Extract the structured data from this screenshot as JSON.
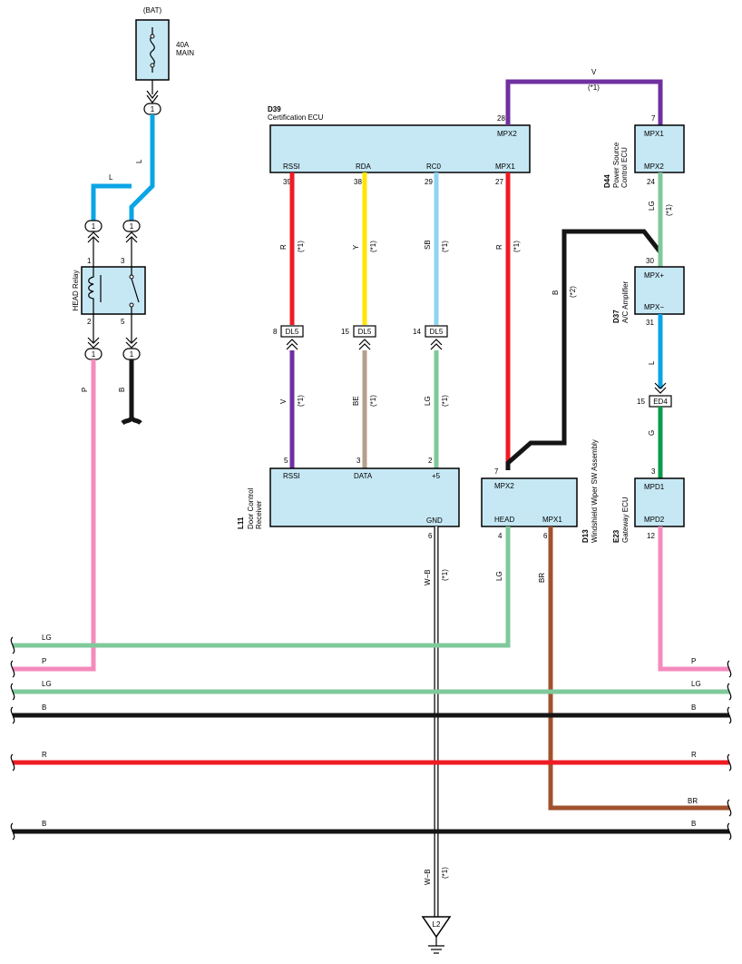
{
  "battery": {
    "label": "(BAT)",
    "fuse_amp": "40A",
    "fuse_name": "MAIN"
  },
  "colors": {
    "blue": "#0aa5e6",
    "pink": "#f48bbd",
    "green": "#7fc99b",
    "black": "#151515",
    "red": "#ee1c24",
    "brown": "#a0522d",
    "purple": "#7030a0",
    "yellow": "#ffe600",
    "sky": "#8dd4f2",
    "beige": "#b4a08c",
    "darkgreen": "#0a9a4a"
  },
  "head_relay": {
    "name": "HEAD Relay",
    "pins": {
      "p1": "1",
      "p2": "2",
      "p3": "3",
      "p5": "5"
    }
  },
  "connector_num": "1",
  "d39": {
    "code": "D39",
    "name": "Certification ECU",
    "pin28": "28",
    "mpx2": "MPX2",
    "rssi": "RSSI",
    "rda": "RDA",
    "rc0": "RC0",
    "mpx1": "MPX1",
    "pin39": "39",
    "pin38": "38",
    "pin29": "29",
    "pin27": "27"
  },
  "d44": {
    "code": "D44",
    "name1": "Power Source",
    "name2": "Control ECU",
    "mpx1": "MPX1",
    "mpx2": "MPX2",
    "pin7": "7",
    "pin24": "24"
  },
  "d37": {
    "code": "D37",
    "name": "A/C Amplifier",
    "mpxp": "MPX+",
    "mpxm": "MPX−",
    "pin30": "30",
    "pin31": "31"
  },
  "l11": {
    "code": "L11",
    "name1": "Door Control",
    "name2": "Receiver",
    "rssi": "RSSI",
    "data": "DATA",
    "plus5": "+5",
    "gnd": "GND",
    "pin5": "5",
    "pin3": "3",
    "pin2": "2",
    "pin6": "6"
  },
  "d13": {
    "code": "D13",
    "name": "Windshield Wiper SW Assembly",
    "mpx2": "MPX2",
    "head": "HEAD",
    "mpx1": "MPX1",
    "pin7": "7",
    "pin4": "4",
    "pin6": "6"
  },
  "e23": {
    "code": "E23",
    "name": "Gateway ECU",
    "mpd1": "MPD1",
    "mpd2": "MPD2",
    "pin3": "3",
    "pin12": "12"
  },
  "dl5": {
    "name": "DL5",
    "pin8": "8",
    "pin15": "15",
    "pin14": "14"
  },
  "ed4": {
    "name": "ED4",
    "pin15": "15"
  },
  "wires": {
    "L": "L",
    "P": "P",
    "B": "B",
    "R": "R",
    "Y": "Y",
    "SB": "SB",
    "V": "V",
    "BE": "BE",
    "LG": "LG",
    "G": "G",
    "BR": "BR",
    "WB": "W−B"
  },
  "notes": {
    "n1": "(*1)",
    "n2": "(*2)"
  },
  "ground": "L2",
  "bus": {
    "lg": "LG",
    "p": "P",
    "b": "B",
    "r": "R",
    "br": "BR"
  }
}
